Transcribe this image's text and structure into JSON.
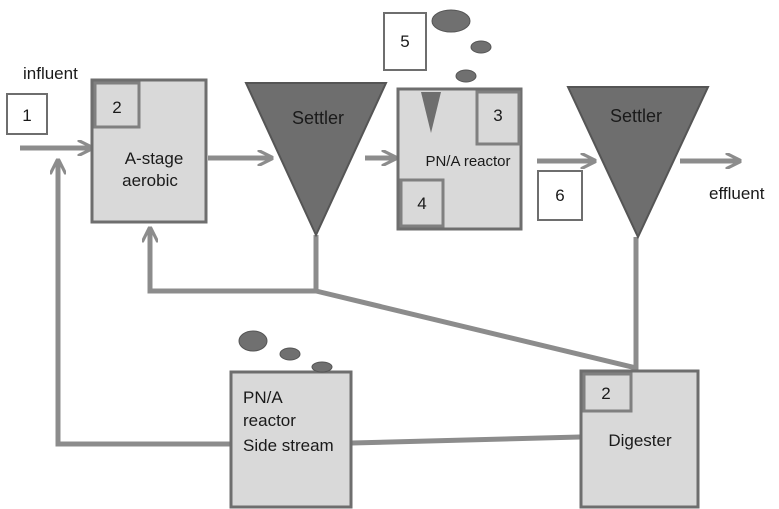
{
  "labels": {
    "influent": "influent",
    "effluent": "effluent",
    "settler_1": "Settler",
    "settler_2": "Settler",
    "a_stage_line1": "A-stage",
    "a_stage_line2": "aerobic",
    "pna_mainstream": "PN/A reactor",
    "side_line1": "PN/A",
    "side_line2": "reactor",
    "side_line3": "Side stream",
    "digester": "Digester"
  },
  "markers": {
    "m1": "1",
    "m2_astage": "2",
    "m3": "3",
    "m4": "4",
    "m5": "5",
    "m6": "6",
    "m2_digester": "2"
  },
  "colors": {
    "line": "#8c8c8c",
    "box_fill": "#d9d9d9",
    "box_stroke": "#6e6e6e",
    "settler_fill": "#6e6e6e",
    "granule": "#707070"
  }
}
